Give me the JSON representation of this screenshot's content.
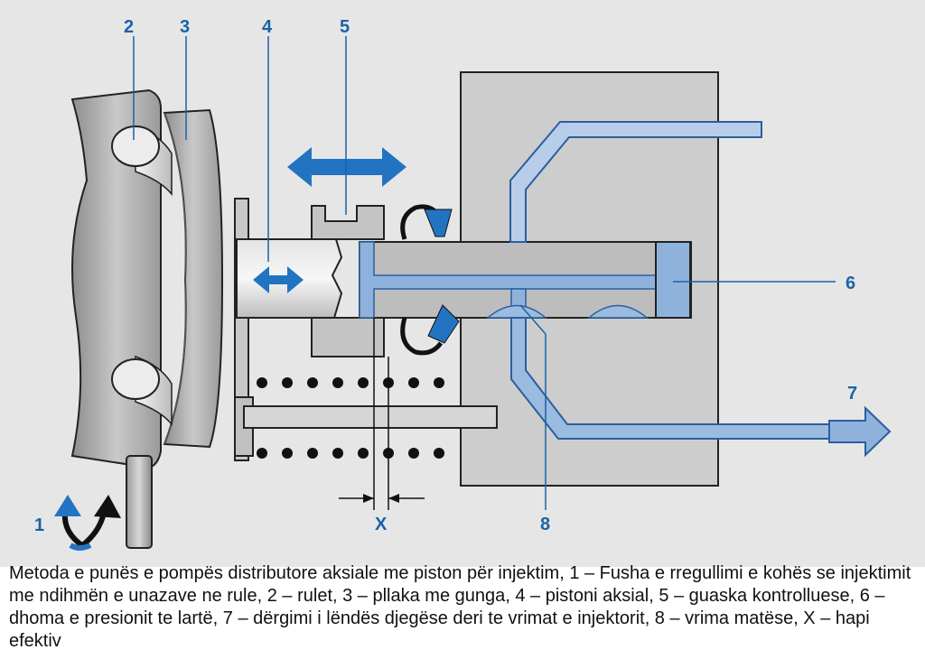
{
  "colors": {
    "background": "#e6e6e6",
    "metal_light": "#cfcfcf",
    "metal_mid": "#b5b5b5",
    "metal_dark": "#7d7d7d",
    "fuel": "#9bbbe0",
    "fuel_dark": "#6f97cc",
    "arrow_blue": "#2274c2",
    "label_blue": "#1a63a6"
  },
  "labels": {
    "n1": "1",
    "n2": "2",
    "n3": "3",
    "n4": "4",
    "n5": "5",
    "n6": "6",
    "n7": "7",
    "n8": "8",
    "x": "X"
  },
  "caption": "Metoda e punës e pompës distributore aksiale me piston për injektim, 1 – Fusha e rregullimi e kohës se injektimit me ndihmën e unazave ne rule, 2 – rulet, 3 – pllaka me gunga, 4 – pistoni aksial, 5 – guaska kontrolluese, 6 – dhoma e presionit te lartë, 7 – dërgimi i lëndës djegëse deri te vrimat e injektorit, 8 – vrima matëse, X – hapi efektiv"
}
